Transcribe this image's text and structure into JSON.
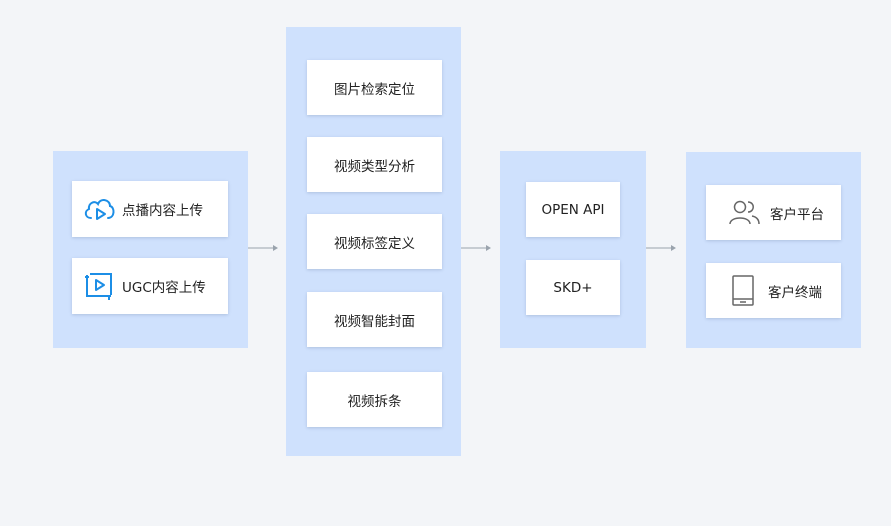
{
  "colors": {
    "background": "#f3f5f8",
    "column": "#cfe1fd",
    "card": "#ffffff",
    "icon_blue": "#1c8ee6",
    "icon_gray": "#666666",
    "arrow": "#9aa3ad"
  },
  "input_column": {
    "items": [
      {
        "label": "点播内容上传",
        "icon": "cloud-play-icon"
      },
      {
        "label": "UGC内容上传",
        "icon": "crop-play-icon"
      }
    ]
  },
  "processing_column": {
    "items": [
      {
        "label": "图片检索定位"
      },
      {
        "label": "视频类型分析"
      },
      {
        "label": "视频标签定义"
      },
      {
        "label": "视频智能封面"
      },
      {
        "label": "视频拆条"
      }
    ]
  },
  "api_column": {
    "items": [
      {
        "label": "OPEN API"
      },
      {
        "label": "SKD+"
      }
    ]
  },
  "client_column": {
    "items": [
      {
        "label": "客户平台",
        "icon": "users-icon"
      },
      {
        "label": "客户终端",
        "icon": "tablet-icon"
      }
    ]
  }
}
